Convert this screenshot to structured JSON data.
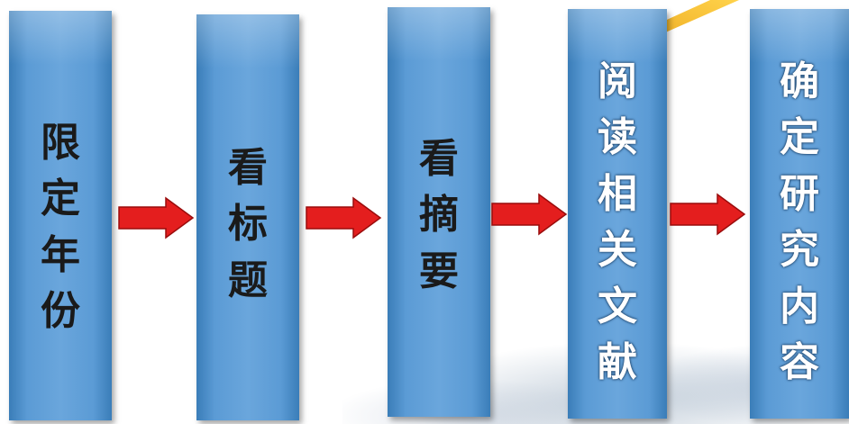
{
  "steps": [
    {
      "label": "限\n定\n年\n份"
    },
    {
      "label": "看\n标\n题"
    },
    {
      "label": "看\n摘\n要"
    },
    {
      "label": "阅\n读\n相\n关\n文\n献"
    },
    {
      "label": "确\n定\n研\n究\n内\n容"
    }
  ],
  "colors": {
    "box_fill": "#5b9bd5",
    "arrow_fill": "#e41e1e",
    "highlight": "#f0b32a"
  }
}
